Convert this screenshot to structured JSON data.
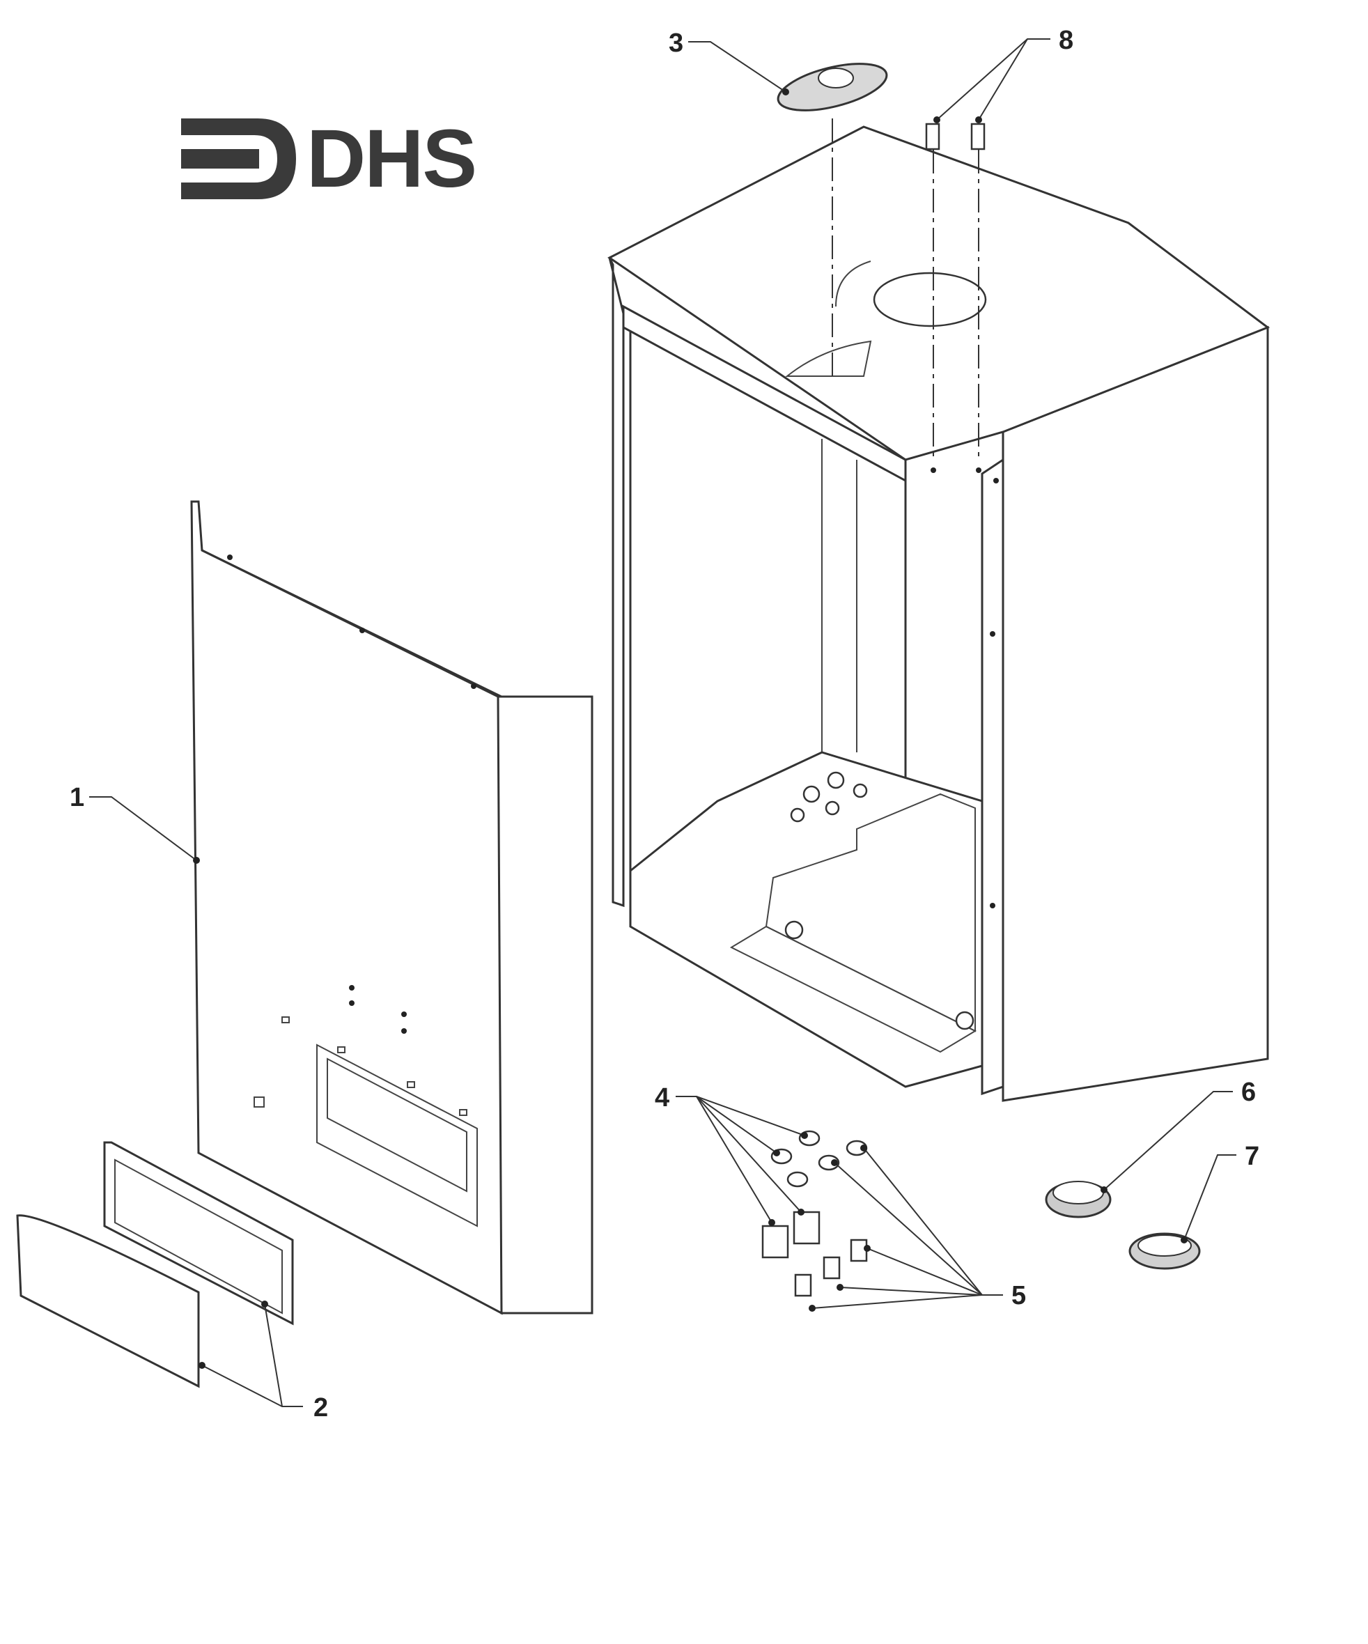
{
  "logo": {
    "text": "DHS"
  },
  "callouts": [
    {
      "id": "1",
      "label": "1"
    },
    {
      "id": "2",
      "label": "2"
    },
    {
      "id": "3",
      "label": "3"
    },
    {
      "id": "4",
      "label": "4"
    },
    {
      "id": "5",
      "label": "5"
    },
    {
      "id": "6",
      "label": "6"
    },
    {
      "id": "7",
      "label": "7"
    },
    {
      "id": "8",
      "label": "8"
    }
  ],
  "colors": {
    "ink": "#333333",
    "paper": "#ffffff",
    "logo": "#3a3a3a"
  }
}
